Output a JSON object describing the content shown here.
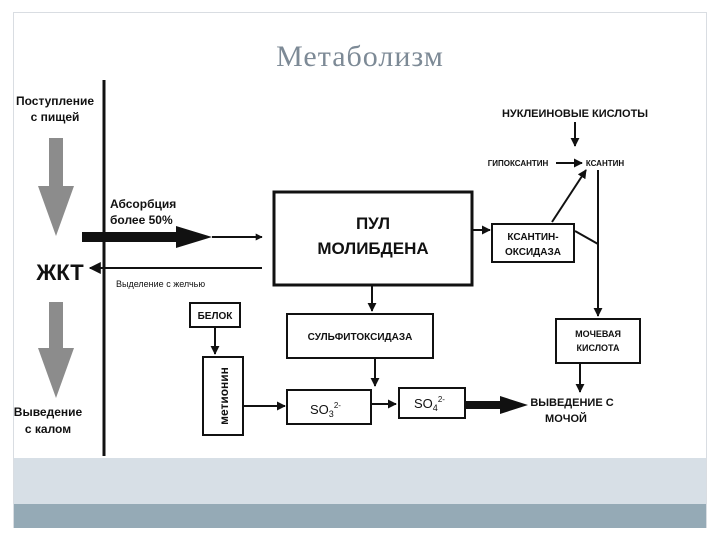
{
  "slide": {
    "title": "Метаболизм"
  },
  "diagram": {
    "intake_line1": "Поступление",
    "intake_line2": "с пищей",
    "gut": "ЖКТ",
    "excretion_feces_line1": "Выведение",
    "excretion_feces_line2": "с калом",
    "absorption_line1": "Абсорбция",
    "absorption_line2": "более 50%",
    "bile_excretion": "Выделение с желчью",
    "pool_line1": "ПУЛ",
    "pool_line2": "МОЛИБДЕНА",
    "nucleic_acids": "НУКЛЕИНОВЫЕ КИСЛОТЫ",
    "hypoxanthine": "ГИПОКСАНТИН",
    "xanthine": "КСАНТИН",
    "xanthine_oxidase_line1": "КСАНТИН-",
    "xanthine_oxidase_line2": "ОКСИДАЗА",
    "uric_acid_line1": "МОЧЕВАЯ",
    "uric_acid_line2": "КИСЛОТА",
    "protein": "БЕЛОК",
    "methionine": "метионин",
    "sulfite_oxidase": "СУЛЬФИТОКСИДАЗА",
    "sulfite_base": "SO",
    "sulfite_sub": "3",
    "sulfite_sup": "2-",
    "sulfate_base": "SO",
    "sulfate_sub": "4",
    "sulfate_sup": "2-",
    "excretion_urine_line1": "ВЫВЕДЕНИЕ С",
    "excretion_urine_line2": "МОЧОЙ"
  }
}
